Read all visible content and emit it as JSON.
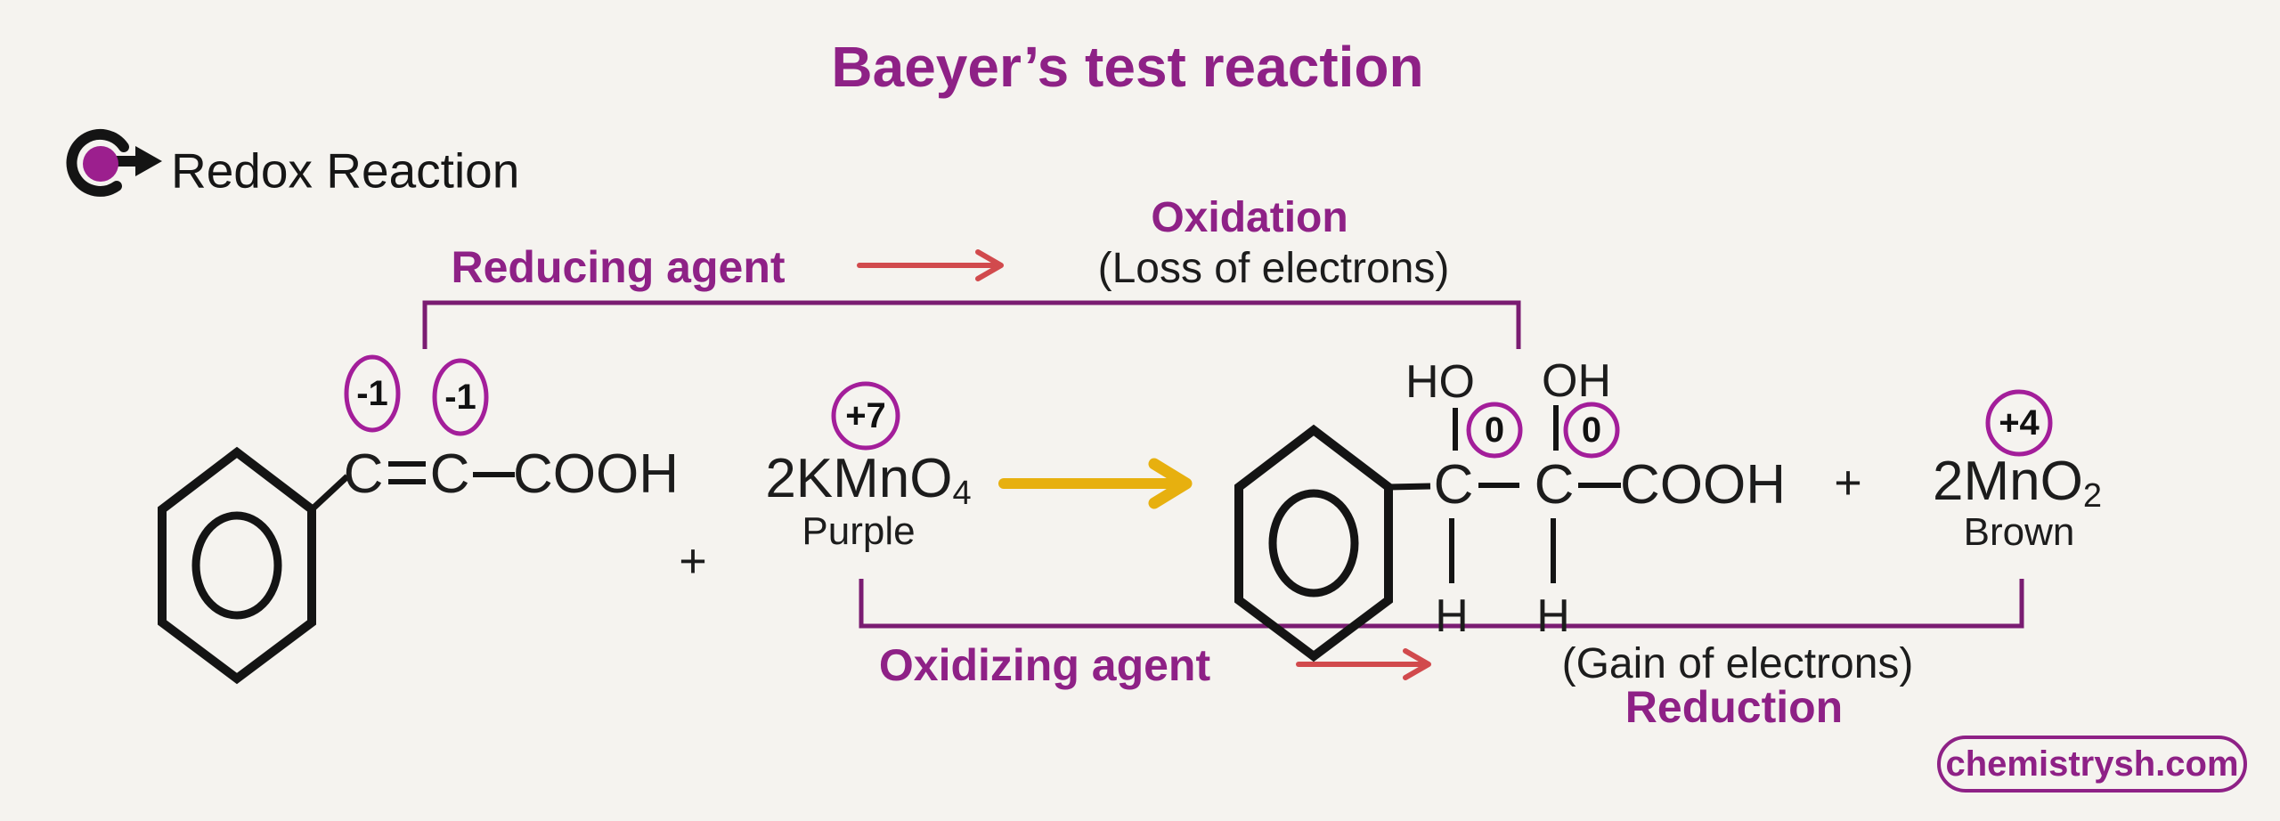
{
  "title": "Baeyer’s test reaction",
  "header": {
    "redox_label": "Redox Reaction"
  },
  "colors": {
    "background": "#f5f3ef",
    "accent_purple": "#8e2186",
    "charge_circle_purple": "#a31e9a",
    "bracket_purple": "#7a1c72",
    "arrow_red": "#d14a4d",
    "arrow_yellow": "#e7b00f",
    "text_black": "#1a1a1a"
  },
  "oxidation_path": {
    "agent_label": "Reducing agent",
    "process_label": "Oxidation",
    "detail_label": "(Loss of electrons)"
  },
  "reduction_path": {
    "agent_label": "Oxidizing agent",
    "process_label": "Reduction",
    "detail_label": "(Gain of electrons)"
  },
  "reactant": {
    "charges": [
      "-1",
      "-1"
    ],
    "atom1": "C",
    "atom2": "C",
    "group": "COOH"
  },
  "plus_left": "+",
  "oxidant": {
    "charge": "+7",
    "formula": "2KMnO",
    "subscript": "4",
    "state": "Purple"
  },
  "product": {
    "ho": "HO",
    "oh": "OH",
    "charges": [
      "0",
      "0"
    ],
    "atom1": "C",
    "atom2": "C",
    "group": "COOH",
    "h1": "H",
    "h2": "H"
  },
  "plus_right": "+",
  "byproduct": {
    "charge": "+4",
    "formula": "2MnO",
    "subscript": "2",
    "state": "Brown"
  },
  "watermark": "chemistrysh.com"
}
